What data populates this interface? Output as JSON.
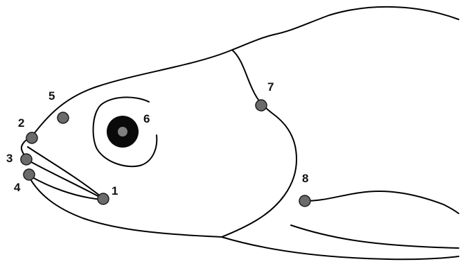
{
  "colors": {
    "outline": "#000000",
    "landmark_fill": "#6b6b6b",
    "landmark_stroke": "#1a1a1a",
    "eye_pupil": "#0a0a0a",
    "eye_center": "#808080",
    "background": "#ffffff"
  },
  "landmarks": [
    {
      "id": "1",
      "label": "1"
    },
    {
      "id": "2",
      "label": "2"
    },
    {
      "id": "3",
      "label": "3"
    },
    {
      "id": "4",
      "label": "4"
    },
    {
      "id": "5",
      "label": "5"
    },
    {
      "id": "6",
      "label": "6"
    },
    {
      "id": "7",
      "label": "7"
    },
    {
      "id": "8",
      "label": "8"
    }
  ]
}
